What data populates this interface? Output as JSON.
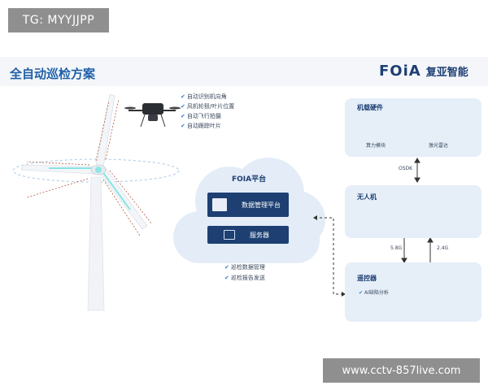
{
  "overlay": {
    "tag": "TG: MYYJJPP",
    "url": "www.cctv-857live.com"
  },
  "header": {
    "title": "全自动巡检方案",
    "brand_logo": "FOiA",
    "brand_name": "复亚智能"
  },
  "drone_features": [
    "自动识别机向角",
    "风机轮毂/叶片位置",
    "自动飞行拍摄",
    "自动跟踪叶片"
  ],
  "cloud": {
    "label": "FOIA平台",
    "platform_label": "数据管理平台",
    "server_label": "服务器",
    "items": [
      "巡检数据管理",
      "巡检报告发送"
    ]
  },
  "hardware": {
    "title": "机载硬件",
    "compute_label": "算力模块",
    "radar_label": "激光雷达"
  },
  "links": {
    "osdk": "OSDK",
    "band_58": "5.8G",
    "band_24": "2.4G"
  },
  "drone_panel": {
    "title": "无人机"
  },
  "rc_panel": {
    "title": "遥控器",
    "item": "AI缺陷分析"
  },
  "colors": {
    "accent": "#1f5fa8",
    "navy": "#1d3f72",
    "panel": "#e6eef8",
    "cloud": "#e3ecf7"
  }
}
